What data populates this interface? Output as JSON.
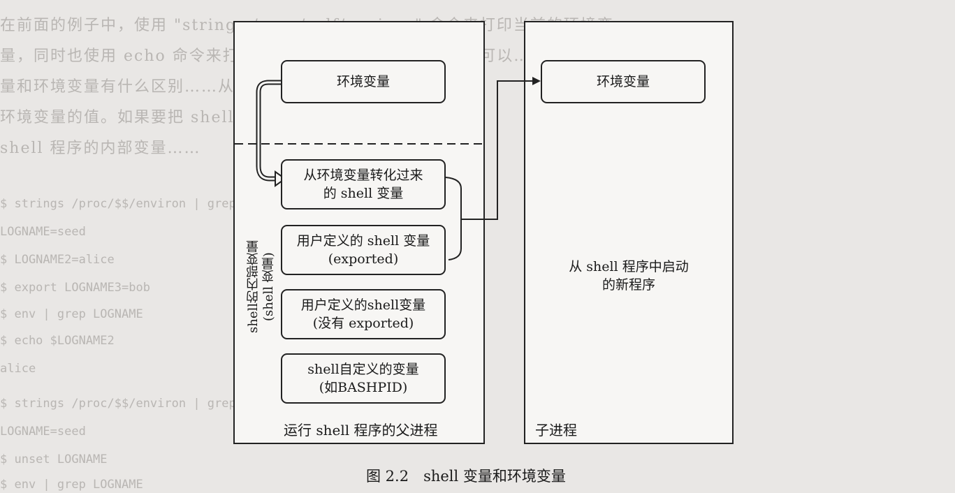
{
  "background_text": {
    "lines": [
      "在前面的例子中，使用 \"strings /proc/self/environ\" 命令来打印当前的环境变",
      "量，同时也使用 echo 命令来打印 shell 变量的值。两个命令都可以……",
      "量和环境变量有什么区别……从 shell 程序中启动……",
      "环境变量的值。如果要把 shell 变量变为环境变量……",
      "shell 程序的内部变量……"
    ],
    "code": [
      "$ strings /proc/$$/environ | grep LOGNAME",
      "LOGNAME=seed",
      "$ LOGNAME2=alice",
      "$ export LOGNAME3=bob",
      "$ env | grep LOGNAME",
      "$ echo $LOGNAME2",
      "alice",
      "$ strings /proc/$$/environ | grep LOGNAME",
      "LOGNAME=seed",
      "$ unset LOGNAME",
      "$ env | grep LOGNAME"
    ]
  },
  "parent": {
    "env_box": "环境变量",
    "converted_box": [
      "从环境变量转化过来",
      "的 shell 变量"
    ],
    "user_exported_box": [
      "用户定义的 shell 变量",
      "(exported)"
    ],
    "user_not_exported_box": [
      "用户定义的shell变量",
      "(没有 exported)"
    ],
    "shell_defined_box": [
      "shell自定义的变量",
      "(如BASHPID)"
    ],
    "vertical_label": [
      "shell的内部变量",
      "(shell 变量)"
    ],
    "footer": "运行 shell 程序的父进程"
  },
  "child": {
    "env_box": "环境变量",
    "program_text": [
      "从 shell 程序中启动",
      "的新程序"
    ],
    "footer": "子进程"
  },
  "caption": "图 2.2　shell 变量和环境变量"
}
